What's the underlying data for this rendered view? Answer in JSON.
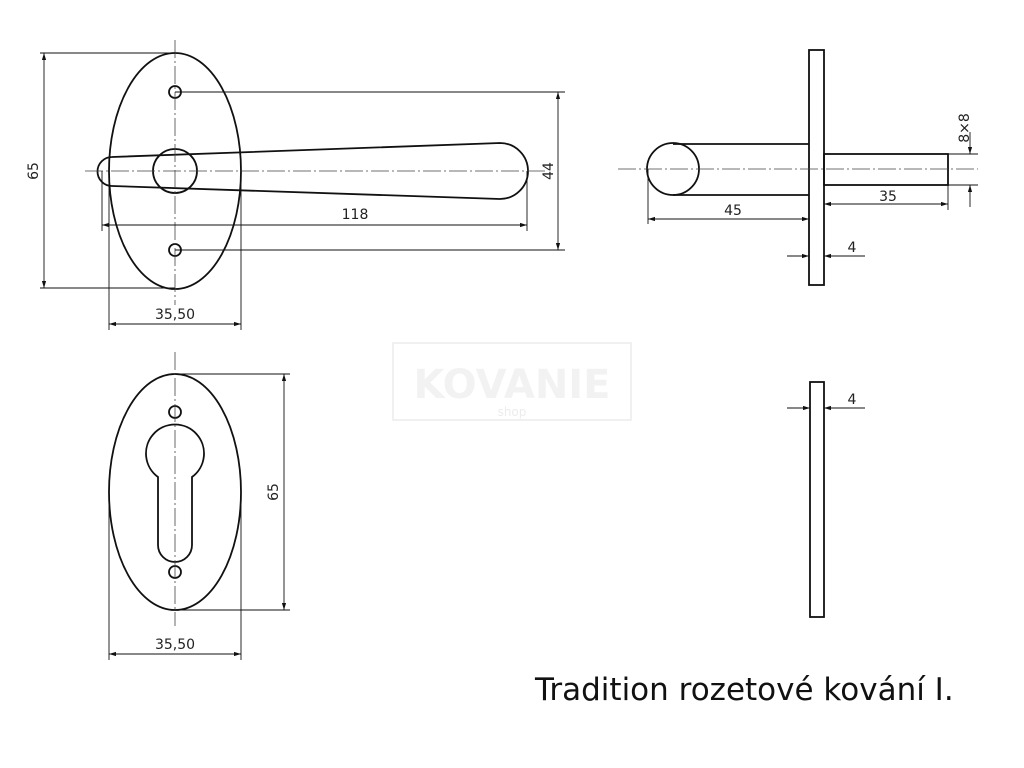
{
  "watermark": {
    "brand": "KOVANIE",
    "sub": "shop"
  },
  "dimensions": {
    "handle_rose_height": "65",
    "handle_rose_width": "35,50",
    "lever_length": "118",
    "lever_height": "44",
    "side_lever_depth": "45",
    "spindle_length": "35",
    "spindle_size": "8×8",
    "rose_thickness_top": "4",
    "key_rose_height": "65",
    "key_rose_width": "35,50",
    "rose_thickness_bottom": "4"
  },
  "caption": "Tradition rozetové kování I."
}
